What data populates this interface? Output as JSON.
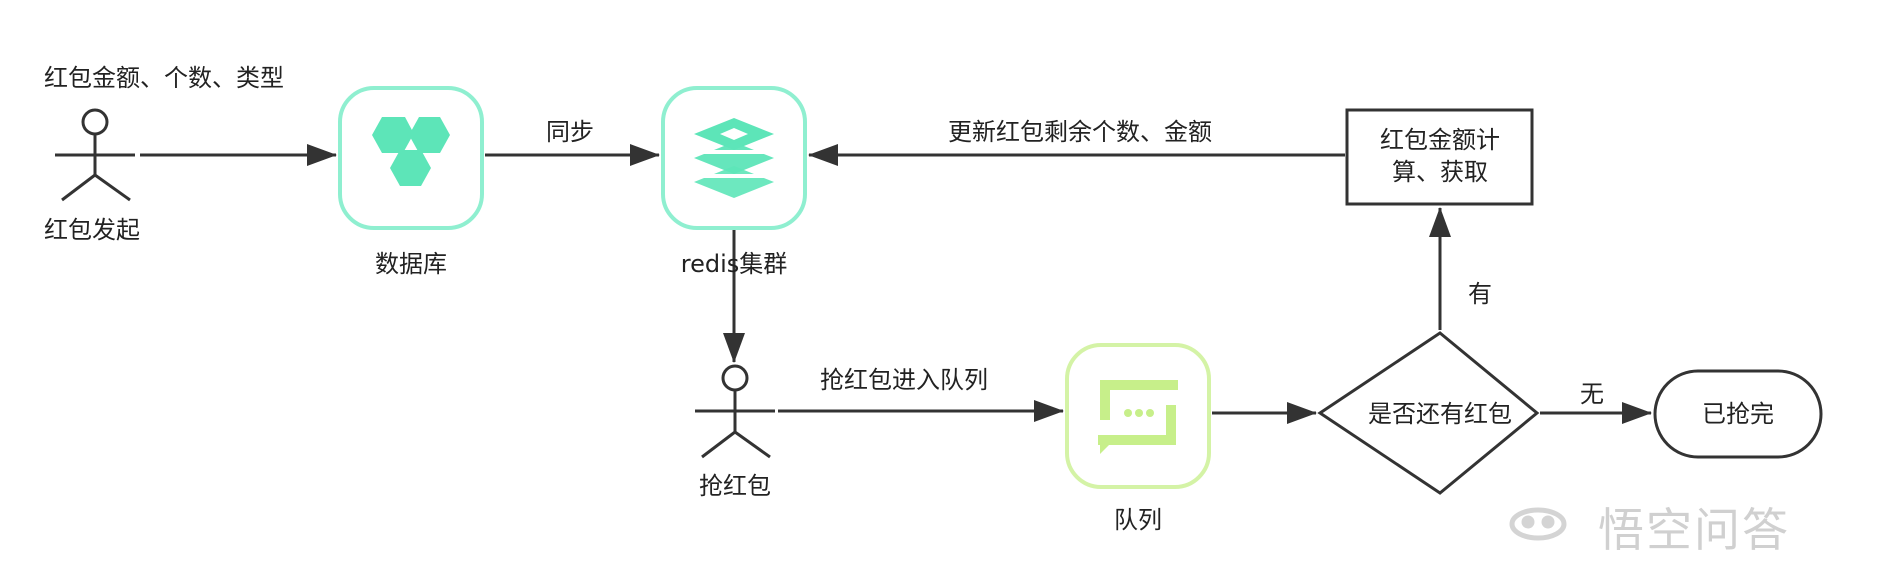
{
  "actors": {
    "initiator": {
      "top_label": "红包金额、个数、类型",
      "bottom_label": "红包发起"
    },
    "grabber": {
      "label": "抢红包"
    }
  },
  "nodes": {
    "database": {
      "label": "数据库",
      "icon": "hexagon-cluster-icon",
      "color": "#5de5b8"
    },
    "redis": {
      "label": "redis集群",
      "icon": "redis-stack-icon",
      "color": "#5de5b8"
    },
    "queue": {
      "label": "队列",
      "icon": "message-queue-icon",
      "color": "#c7ef8a"
    },
    "compute": {
      "label": "红包金额计算、获取"
    },
    "decision": {
      "label": "是否还有红包"
    },
    "done": {
      "label": "已抢完"
    }
  },
  "edges": {
    "sync": "同步",
    "update": "更新红包剩余个数、金额",
    "grab": "抢红包进入队列",
    "yes": "有",
    "no": "无"
  },
  "watermark": {
    "text": "悟空问答",
    "icon": "wukong-logo-icon"
  }
}
